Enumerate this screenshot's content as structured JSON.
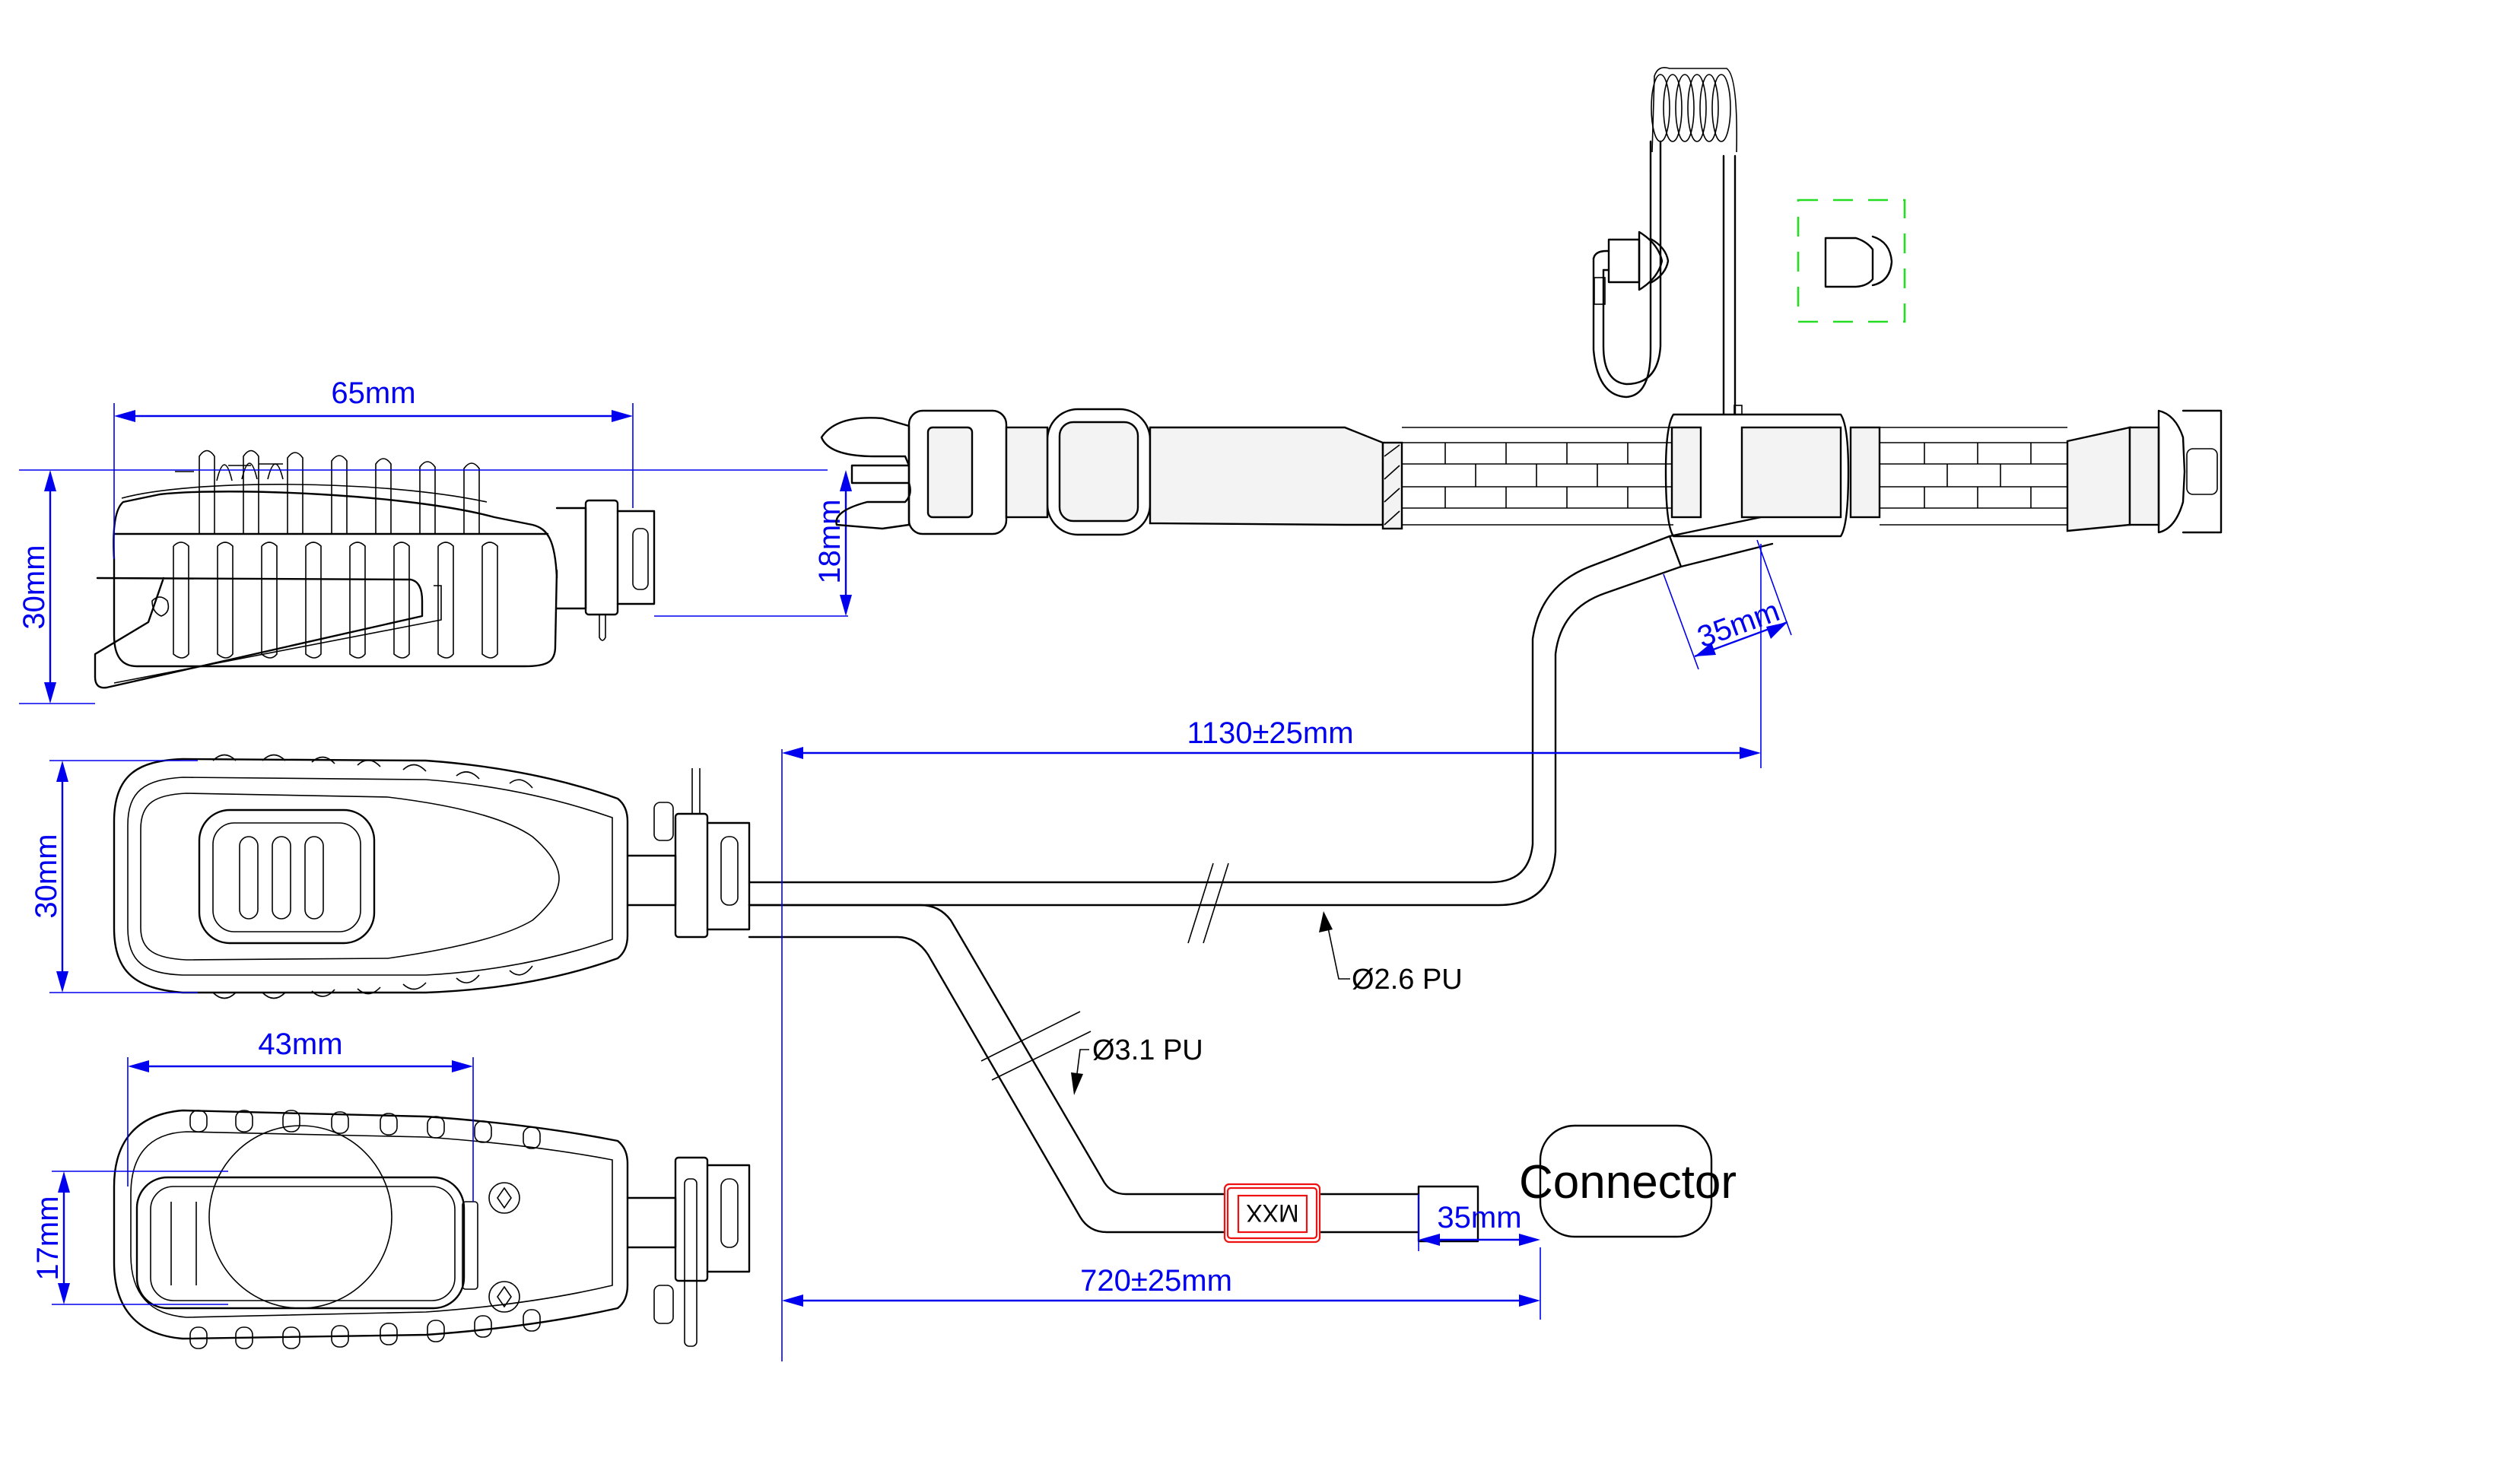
{
  "drawing": {
    "title": "Covert acoustic tube earpiece with PTT and chest strap — dimension drawing",
    "colors": {
      "outline": "#000000",
      "dimension": "#0000ee",
      "marker": "#e11111",
      "detail_box": "#22dd22"
    }
  },
  "dimensions": {
    "ptt_side_length": "65mm",
    "ptt_side_height": "30mm",
    "plug_height": "18mm",
    "ptt_front_height": "30mm",
    "ptt_back_length": "43mm",
    "ptt_back_clip_height": "17mm",
    "upper_cable_length": "1130±25mm",
    "lower_cable_length": "720±25mm",
    "strap_sleeve_length": "35mm",
    "connector_sleeve_length": "35mm"
  },
  "labels": {
    "upper_cable": "Ø2.6 PU",
    "lower_cable": "Ø3.1 PU",
    "connector": "Connector",
    "marker_text": "MXX"
  },
  "views": {
    "ptt_side": "PTT side view with clip",
    "ptt_front": "PTT front view",
    "ptt_back": "PTT back view with clip",
    "strap": "Chest strap with buckle and acoustic tube",
    "eartip_detail": "Ear tip detail"
  }
}
